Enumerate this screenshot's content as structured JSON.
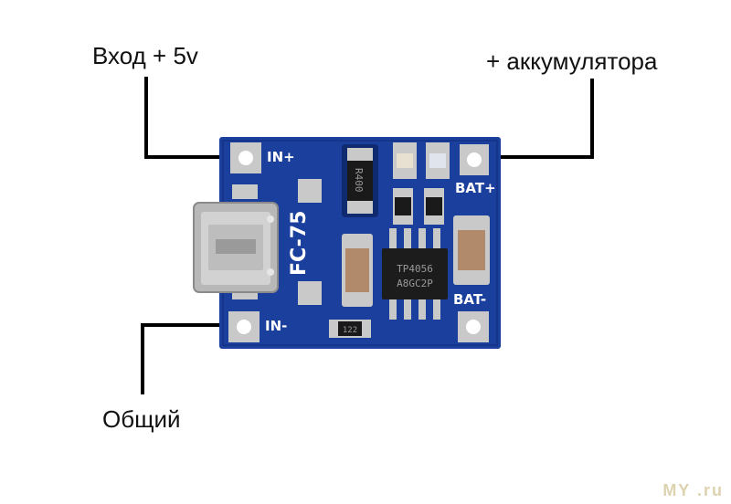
{
  "callouts": {
    "input_plus": "Вход + 5v",
    "battery_plus": "+ аккумулятора",
    "common": "Общий"
  },
  "board": {
    "silkscreen": {
      "in_plus": "IN+",
      "in_minus": "IN-",
      "bat_plus": "BAT+",
      "bat_minus": "BAT-",
      "model": "FC-75"
    },
    "ic_marking": [
      "TP4056",
      "A8GC2P"
    ],
    "resistor_main": "R400",
    "resistor_small": "122",
    "colors": {
      "pcb": "#1b3f9c",
      "pad": "#c9c9c9",
      "lead_line": "#000000"
    }
  },
  "watermark": "MY .ru"
}
